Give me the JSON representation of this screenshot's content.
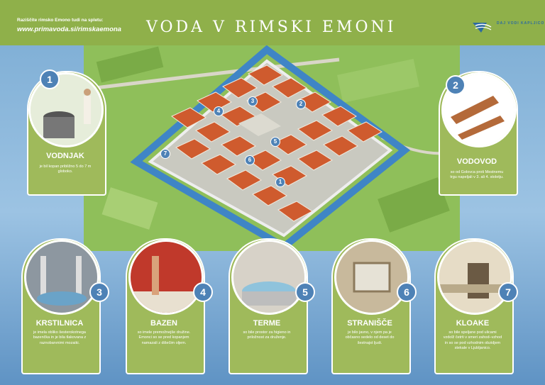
{
  "header": {
    "online_text": "Raziščite rimsko Emono tudi na spletu:",
    "url": "www.primavoda.si/rimskaemona",
    "title": "VODA V RIMSKI EMONI",
    "logo_text": "DAJ VODI KAPLJICO"
  },
  "map": {
    "labels": [
      "1",
      "2",
      "3",
      "4",
      "5",
      "6",
      "7"
    ]
  },
  "panels": [
    {
      "num": "1",
      "title": "VODNJAK",
      "text": "je bil kopan približno 5 do 7 m globoko."
    },
    {
      "num": "2",
      "title": "VODOVOD",
      "text": "so od Golovca proti Mestnemu trgu napeljali v 3. ali 4. stoletju."
    },
    {
      "num": "3",
      "title": "KRSTILNICA",
      "text": "je imela obliko šesterokotnega bazenčka in je bila tlakovana z raznobarvnimi mozaiki."
    },
    {
      "num": "4",
      "title": "BAZEN",
      "text": "so imele premožnejše družine. Emonci so se pred kopanjem namazali z dišečim oljem."
    },
    {
      "num": "5",
      "title": "TERME",
      "text": "so bile prostor za higieno in priložnost za druženje."
    },
    {
      "num": "6",
      "title": "STRANIŠČE",
      "text": "je bilo javno, v njem pa je občasno sedelo od deset do šestnajst ljudi."
    },
    {
      "num": "7",
      "title": "KLOAKE",
      "text": "so bile speljane pod ulicami vzdolž četrti v smeri zahod–vzhod in so se pod vzhodnim obzidjem stekale v Ljubljanico."
    }
  ]
}
